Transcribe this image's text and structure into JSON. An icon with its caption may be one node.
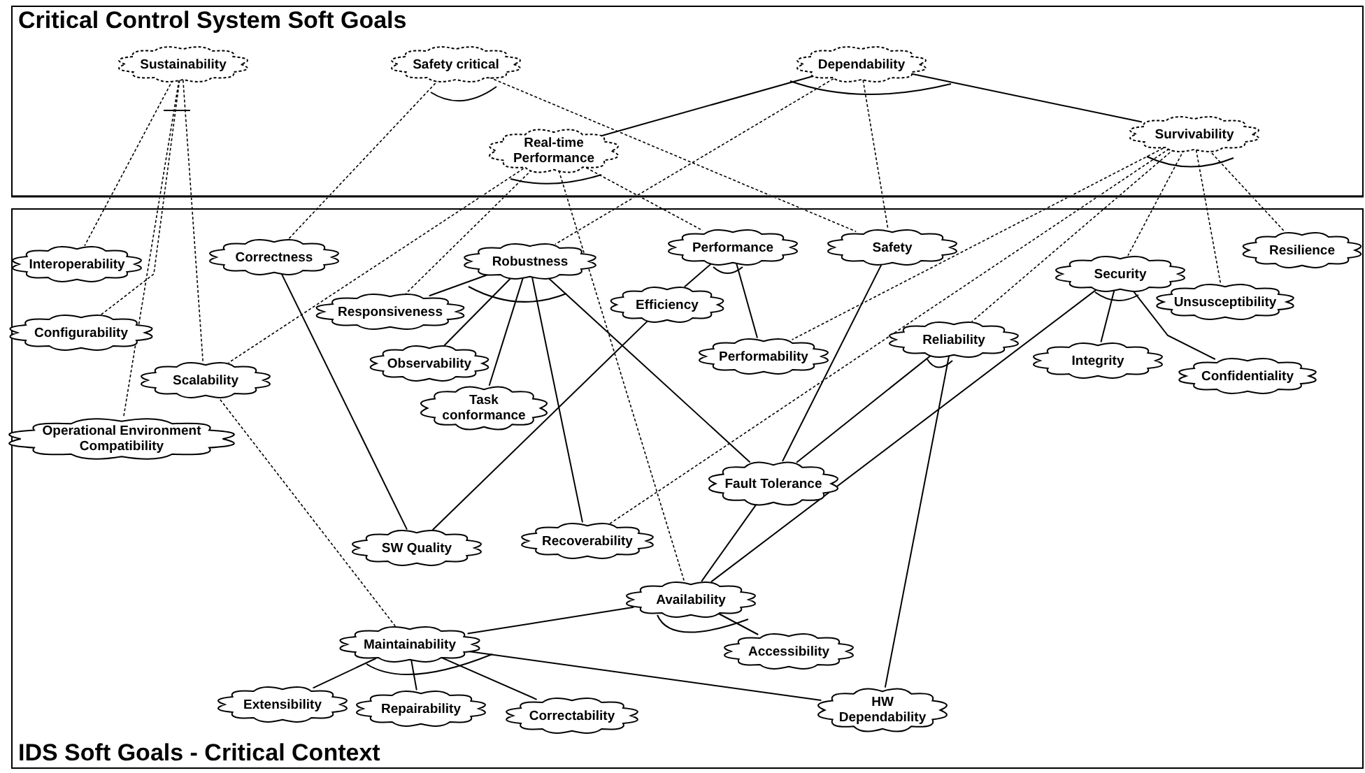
{
  "diagram": {
    "nodes": [
      {
        "text": [
          "Critical Control System Soft Goals"
        ]
      },
      {
        "text": [
          "Sustainability"
        ],
        "in": 0
      },
      {
        "text": [
          "Safety critical"
        ],
        "in": 0
      },
      {
        "text": [
          "Dependability"
        ],
        "in": 0
      },
      {
        "text": [
          "Real-time Performance"
        ],
        "in": 0
      },
      {
        "text": [
          "Survivability"
        ],
        "in": 0
      },
      {
        "text": [
          "IDS Soft Goals - Critical Context"
        ]
      },
      {
        "text": [
          "Interoperability"
        ],
        "in": 6
      },
      {
        "text": [
          "Correctness"
        ],
        "in": 6
      },
      {
        "text": [
          "Robustness"
        ],
        "in": 6
      },
      {
        "text": [
          "Performance"
        ],
        "in": 6
      },
      {
        "text": [
          "Safety"
        ],
        "in": 6
      },
      {
        "text": [
          "Resilience"
        ],
        "in": 6
      },
      {
        "text": [
          "Responsiveness"
        ],
        "in": 6
      },
      {
        "text": [
          "Efficiency"
        ],
        "in": 6
      },
      {
        "text": [
          "Security"
        ],
        "in": 6
      },
      {
        "text": [
          "Configurability"
        ],
        "in": 6
      },
      {
        "text": [
          "Unsusceptibility"
        ],
        "in": 6
      },
      {
        "text": [
          "Reliability"
        ],
        "in": 6
      },
      {
        "text": [
          "Performability"
        ],
        "in": 6
      },
      {
        "text": [
          "Observability"
        ],
        "in": 6
      },
      {
        "text": [
          "Integrity"
        ],
        "in": 6
      },
      {
        "text": [
          "Confidentiality"
        ],
        "in": 6
      },
      {
        "text": [
          "Scalability"
        ],
        "in": 6
      },
      {
        "text": [
          "Task conformance"
        ],
        "in": 6
      },
      {
        "text": [
          "Operational Environment Compatibility"
        ],
        "in": 6
      },
      {
        "text": [
          "Fault Tolerance"
        ],
        "in": 6
      },
      {
        "text": [
          "SW Quality"
        ],
        "in": 6
      },
      {
        "text": [
          "Recoverability"
        ],
        "in": 6
      },
      {
        "text": [
          "Availability"
        ],
        "in": 6
      },
      {
        "text": [
          "Maintainability"
        ],
        "in": 6
      },
      {
        "text": [
          "Accessibility"
        ],
        "in": 6
      },
      {
        "text": [
          "Extensibility"
        ],
        "in": 6
      },
      {
        "text": [
          "Repairability"
        ],
        "in": 6
      },
      {
        "text": [
          "Correctability"
        ],
        "in": 6
      },
      {
        "text": [
          "HW Dependability"
        ],
        "in": 6
      }
    ],
    "edges": [
      {
        "from": 1,
        "to": 7,
        "arrow": "none",
        "style": "dashed"
      },
      {
        "from": 1,
        "to": 16,
        "arrow": "none",
        "style": "dashed"
      },
      {
        "from": 1,
        "to": 25,
        "arrow": "none",
        "style": "dashed"
      },
      {
        "from": 1,
        "to": 23,
        "arrow": "none",
        "style": "dashed"
      },
      {
        "from": 2,
        "to": 8,
        "arrow": "none",
        "style": "dashed"
      },
      {
        "from": 2,
        "to": 11,
        "arrow": "none",
        "style": "dashed"
      },
      {
        "from": 3,
        "to": 4,
        "arrow": "none"
      },
      {
        "from": 3,
        "to": 5,
        "arrow": "none"
      },
      {
        "from": 3,
        "to": 9,
        "arrow": "none",
        "style": "dashed"
      },
      {
        "from": 3,
        "to": 11,
        "arrow": "none",
        "style": "dashed"
      },
      {
        "from": 4,
        "to": 13,
        "arrow": "none",
        "style": "dashed"
      },
      {
        "from": 4,
        "to": 23,
        "arrow": "none",
        "style": "dashed"
      },
      {
        "from": 4,
        "to": 10,
        "arrow": "none",
        "style": "dashed"
      },
      {
        "from": 4,
        "to": 29,
        "arrow": "none",
        "style": "dashed"
      },
      {
        "from": 5,
        "to": 19,
        "arrow": "none",
        "style": "dashed"
      },
      {
        "from": 5,
        "to": 28,
        "arrow": "none",
        "style": "dashed"
      },
      {
        "from": 5,
        "to": 18,
        "arrow": "none",
        "style": "dashed"
      },
      {
        "from": 5,
        "to": 15,
        "arrow": "none",
        "style": "dashed"
      },
      {
        "from": 5,
        "to": 17,
        "arrow": "none",
        "style": "dashed"
      },
      {
        "from": 5,
        "to": 12,
        "arrow": "none",
        "style": "dashed"
      },
      {
        "from": 9,
        "to": 13,
        "arrow": "none"
      },
      {
        "from": 9,
        "to": 20,
        "arrow": "none"
      },
      {
        "from": 9,
        "to": 24,
        "arrow": "none"
      },
      {
        "from": 9,
        "to": 28,
        "arrow": "none"
      },
      {
        "from": 9,
        "to": 26,
        "arrow": "none"
      },
      {
        "from": 8,
        "to": 27,
        "arrow": "none"
      },
      {
        "from": 14,
        "to": 27,
        "arrow": "none"
      },
      {
        "from": 10,
        "to": 14,
        "arrow": "none"
      },
      {
        "from": 10,
        "to": 19,
        "arrow": "none"
      },
      {
        "from": 11,
        "to": 26,
        "arrow": "none"
      },
      {
        "from": 18,
        "to": 26,
        "arrow": "none"
      },
      {
        "from": 18,
        "to": 35,
        "arrow": "none"
      },
      {
        "from": 15,
        "to": 21,
        "arrow": "none"
      },
      {
        "from": 15,
        "to": 22,
        "arrow": "none"
      },
      {
        "from": 15,
        "to": 29,
        "arrow": "none"
      },
      {
        "from": 26,
        "to": 29,
        "arrow": "none"
      },
      {
        "from": 29,
        "to": 30,
        "arrow": "none"
      },
      {
        "from": 29,
        "to": 31,
        "arrow": "none"
      },
      {
        "from": 30,
        "to": 32,
        "arrow": "none"
      },
      {
        "from": 30,
        "to": 33,
        "arrow": "none"
      },
      {
        "from": 30,
        "to": 34,
        "arrow": "none"
      },
      {
        "from": 30,
        "to": 35,
        "arrow": "none"
      },
      {
        "from": 23,
        "to": 30,
        "arrow": "none",
        "style": "dashed"
      }
    ]
  }
}
